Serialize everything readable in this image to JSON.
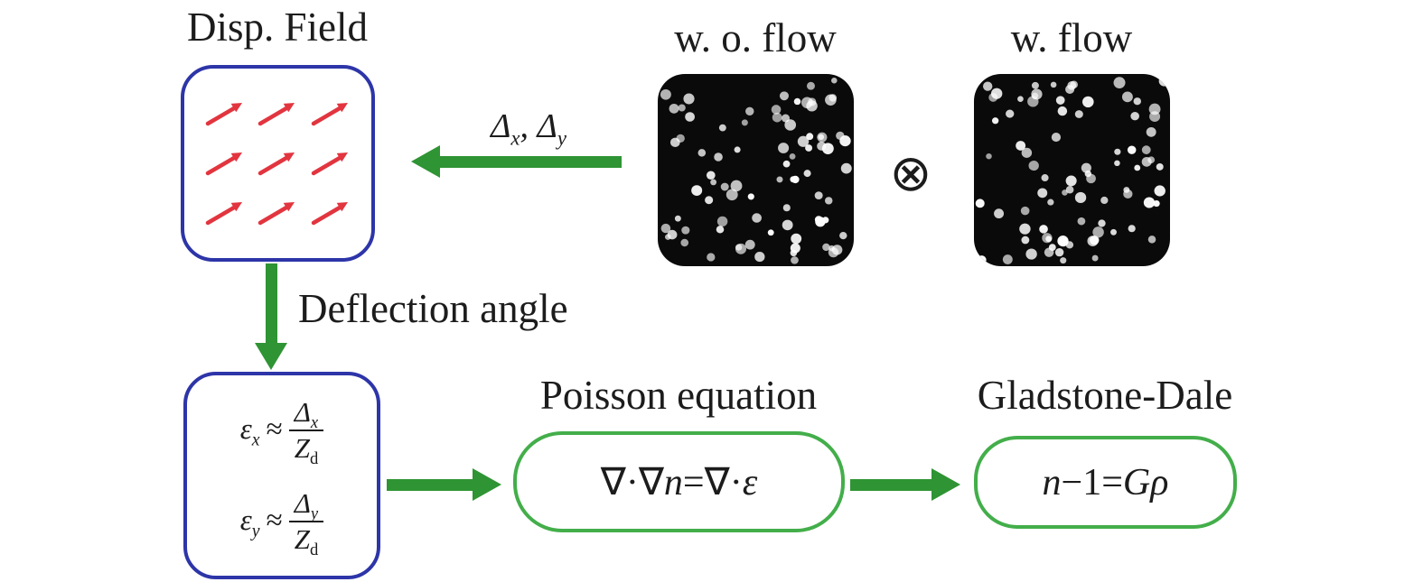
{
  "diagram": {
    "disp_field": {
      "label": "Disp. Field"
    },
    "speckle_images": {
      "without_flow_label": "w. o. flow",
      "with_flow_label": "w. flow",
      "correlation_symbol": "⊗"
    },
    "displacement_label": {
      "delta": "Δ",
      "sub_x": "x",
      "comma": ",",
      "sub_y": "y"
    },
    "deflection_label": "Deflection angle",
    "deflection_equations": {
      "epsilon": "ε",
      "approx": "≈",
      "delta": "Δ",
      "z": "Z",
      "sub_x": "x",
      "sub_y": "y",
      "sub_d": "d"
    },
    "poisson": {
      "title": "Poisson equation",
      "lhs_op": "∇·∇",
      "n": "n",
      "equals": "=",
      "rhs_op": "∇·",
      "epsilon": "ε"
    },
    "gladstone_dale": {
      "title": "Gladstone-Dale",
      "n": "n",
      "minus_one_equals": "−1=",
      "G": "G",
      "rho": "ρ"
    }
  },
  "colors": {
    "blue_box_border": "#2d35a8",
    "green_box_border": "#43ae4a",
    "green_arrow": "#2f9434",
    "red_arrow": "#e2353f",
    "speckle_background": "#0a0a0a",
    "text": "#1c1c1c"
  }
}
